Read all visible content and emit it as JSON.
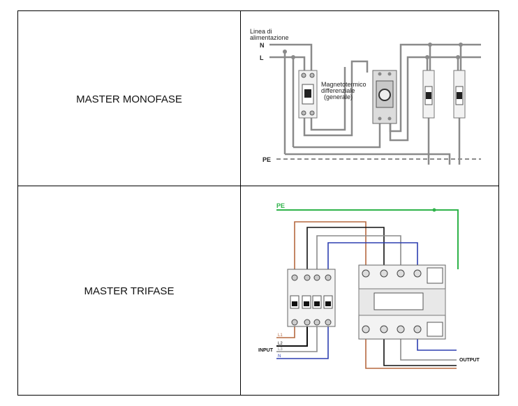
{
  "rows": [
    {
      "label": "MASTER MONOFASE"
    },
    {
      "label": "MASTER TRIFASE"
    }
  ],
  "mono": {
    "line_label_1": "Linea di",
    "line_label_2": "alimentazione",
    "n": "N",
    "l": "L",
    "pe": "PE",
    "breaker_1": "Magnetotermico",
    "breaker_2": "differenziale",
    "breaker_3": "(generale)"
  },
  "tri": {
    "pe": "PE",
    "input": "INPUT",
    "output": "OUTPUT",
    "l1": "L1",
    "l2": "L2",
    "l3": "L3",
    "n": "N"
  },
  "colors": {
    "wire_gray": "#8a8a8a",
    "wire_green": "#2fb34a",
    "wire_brown": "#b5683f",
    "wire_black": "#111111",
    "wire_blue": "#2d3fb0"
  }
}
